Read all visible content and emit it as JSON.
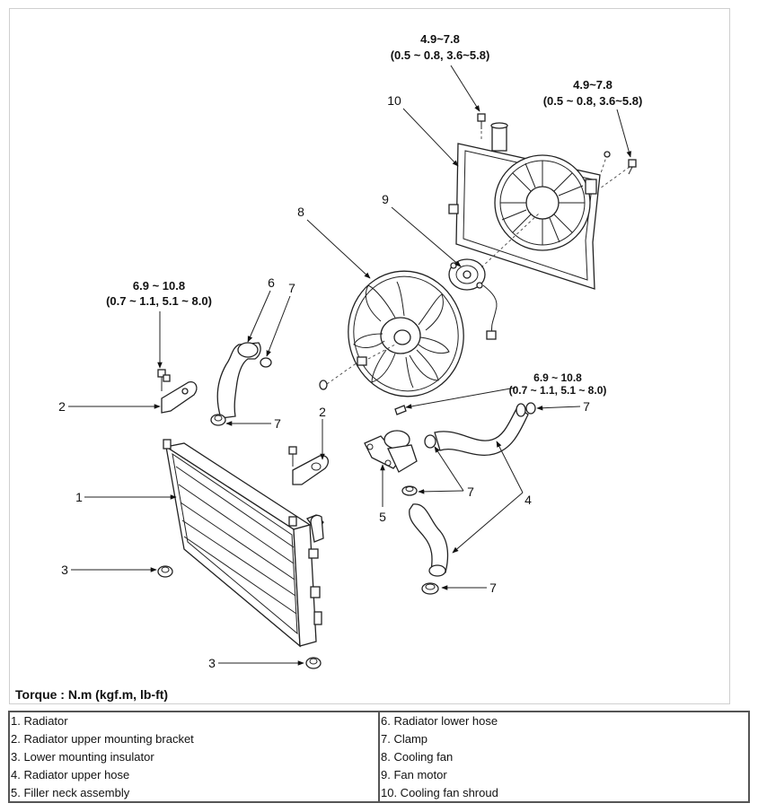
{
  "torque_note": "Torque : N.m (kgf.m, lb-ft)",
  "callouts": {
    "fan_shroud": "10",
    "fan_motor": "9",
    "cooling_fan": "8",
    "lower_hose": "6",
    "clamp_top": "7",
    "bracket_left": "2",
    "clamp_lower_hose": "7",
    "bracket_right": "2",
    "radiator": "1",
    "insulator_upper": "3",
    "insulator_lower": "3",
    "clamp_right": "7",
    "upper_hose": "4",
    "clamp_mid": "7",
    "filler_neck": "5",
    "clamp_bottom": "7"
  },
  "torques": {
    "shroud_left": {
      "value": "4.9~7.8",
      "detail": "(0.5 ~ 0.8, 3.6~5.8)"
    },
    "shroud_right": {
      "value": "4.9~7.8",
      "detail": "(0.5 ~ 0.8, 3.6~5.8)"
    },
    "bracket": {
      "value": "6.9 ~ 10.8",
      "detail": "(0.7 ~ 1.1, 5.1 ~ 8.0)"
    },
    "filler_neck": {
      "value": "6.9 ~ 10.8",
      "detail": "(0.7 ~ 1.1, 5.1 ~ 8.0)"
    }
  },
  "legend": {
    "left": [
      "1. Radiator",
      "2. Radiator upper mounting bracket",
      "3. Lower mounting insulator",
      "4. Radiator upper hose",
      "5. Filler neck assembly"
    ],
    "right": [
      "6. Radiator lower hose",
      "7. Clamp",
      "8. Cooling fan",
      "9. Fan motor",
      "10. Cooling fan shroud"
    ]
  }
}
